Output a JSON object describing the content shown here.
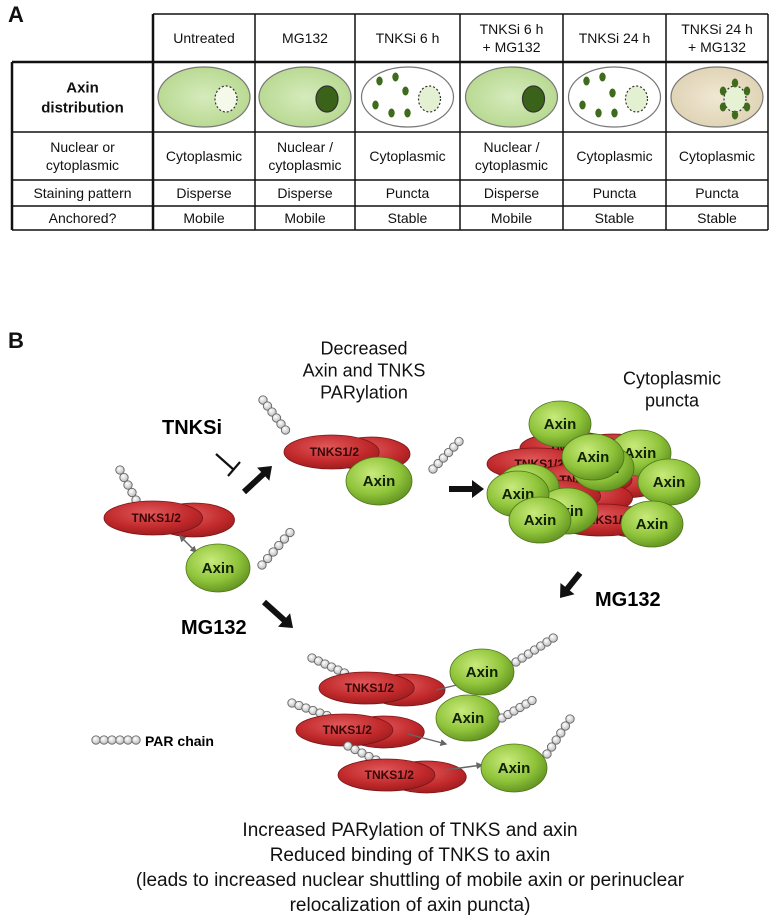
{
  "panels": {
    "a": "A",
    "b": "B"
  },
  "table": {
    "columns": [
      "Untreated",
      "MG132",
      "TNKSi  6 h",
      "TNKSi 6 h\n+ MG132",
      "TNKSi 24 h",
      "TNKSi 24 h\n+ MG132"
    ],
    "rows": [
      {
        "header": "Axin\ndistribution",
        "bold": true,
        "cells": [
          "",
          "",
          "",
          "",
          "",
          ""
        ]
      },
      {
        "header": "Nuclear or\ncytoplasmic",
        "bold": false,
        "cells": [
          "Cytoplasmic",
          "Nuclear /\ncytoplasmic",
          "Cytoplasmic",
          "Nuclear /\ncytoplasmic",
          "Cytoplasmic",
          "Cytoplasmic"
        ]
      },
      {
        "header": "Staining pattern",
        "bold": false,
        "cells": [
          "Disperse",
          "Disperse",
          "Puncta",
          "Disperse",
          "Puncta",
          "Puncta"
        ]
      },
      {
        "header": "Anchored?",
        "bold": false,
        "cells": [
          "Mobile",
          "Mobile",
          "Stable",
          "Mobile",
          "Stable",
          "Stable"
        ]
      }
    ]
  },
  "diagram": {
    "tnks_label": "TNKS1/2",
    "axin_label": "Axin",
    "tnksi_label": "TNKSi",
    "mg132_label": "MG132",
    "decreased_text": "Decreased\nAxin and TNKS\nPARylation",
    "puncta_text": "Cytoplasmic\npuncta",
    "legend_label": "PAR chain",
    "bottom_text": [
      "Increased PARylation of TNKS and axin",
      "Reduced binding of TNKS to axin",
      "(leads to increased nuclear shuttling of mobile axin or perinuclear",
      "relocalization of axin puncta)"
    ]
  },
  "colors": {
    "tnks_red": "#c0282a",
    "axin_green": "#8fc43a",
    "cell_green": "#bcdc96",
    "cell_beige": "#e6dcc2",
    "puncta_dark": "#3f6b1c"
  }
}
